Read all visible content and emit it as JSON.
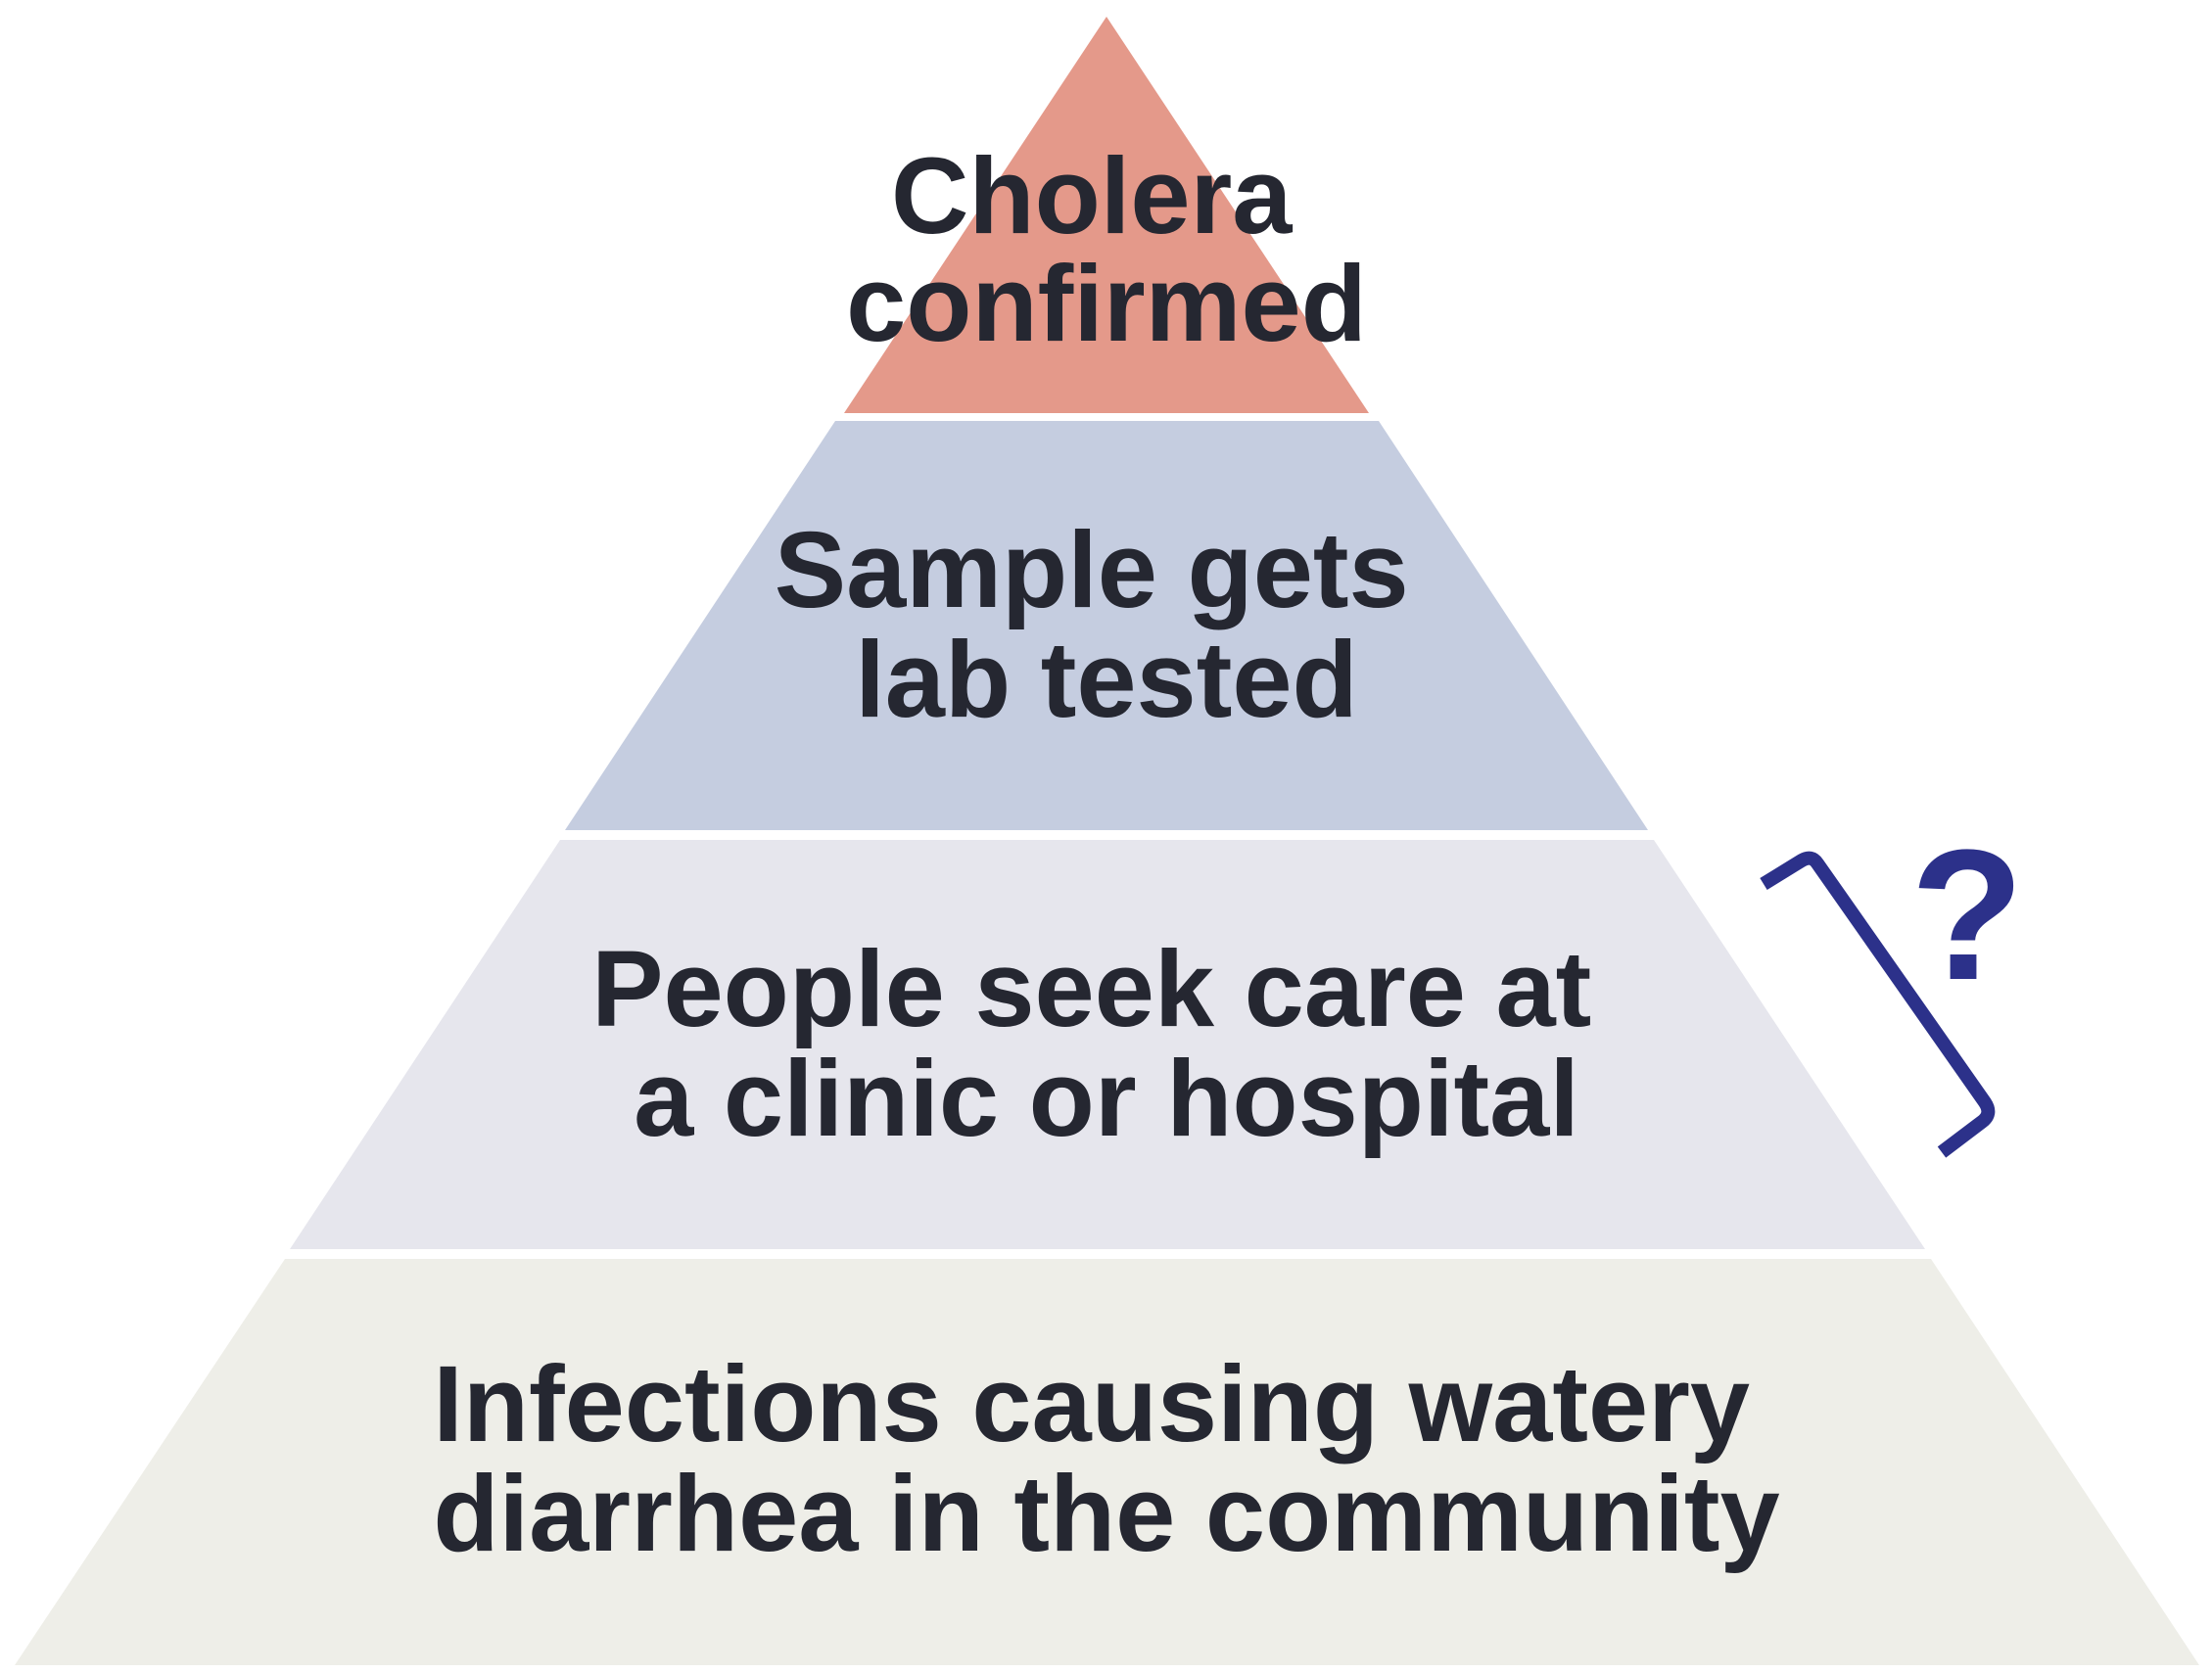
{
  "pyramid": {
    "tiers": [
      {
        "id": "confirmed",
        "lines": [
          "Cholera",
          "confirmed"
        ],
        "color": "#e4998a"
      },
      {
        "id": "lab-tested",
        "lines": [
          "Sample gets",
          "lab tested"
        ],
        "color": "#c5cde0"
      },
      {
        "id": "seek-care",
        "lines": [
          "People seek care at",
          "a clinic or hospital"
        ],
        "color": "#e6e6ed"
      },
      {
        "id": "community",
        "lines": [
          "Infections causing watery",
          "diarrhea in the community"
        ],
        "color": "#eeeee8"
      }
    ],
    "text_color": "#252731"
  },
  "annotation": {
    "symbol": "?",
    "color": "#2c318a",
    "target_tier": "seek-care"
  }
}
